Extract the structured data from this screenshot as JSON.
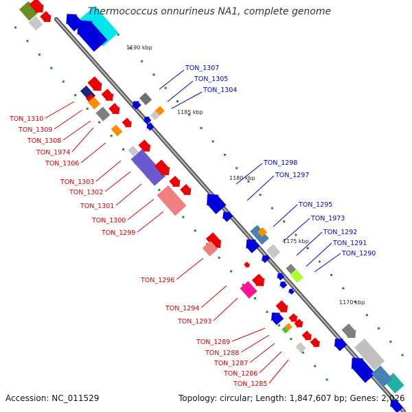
{
  "title": "Thermococcus onnurineus NA1, complete genome",
  "footer": {
    "accession": "Accession: NC_011529",
    "topology": "Topology: circular; Length: 1,847,607 bp; Genes: 2,026"
  },
  "colors": {
    "forward_label": "#e00000",
    "reverse_label": "#0000dd",
    "backbone": "#808080",
    "tick": "#228b22"
  },
  "scale_labels": [
    "1190 kbp",
    "1185 kbp",
    "1180 kbp",
    "1175 kbp",
    "1170 kbp"
  ],
  "forward_genes": [
    "TON_1310",
    "TON_1309",
    "TON_1308",
    "TON_1974",
    "TON_1306",
    "TON_1303",
    "TON_1302",
    "TON_1301",
    "TON_1300",
    "TON_1299",
    "TON_1296",
    "TON_1294",
    "TON_1293",
    "TON_1289",
    "TON_1288",
    "TON_1287",
    "TON_1286",
    "TON_1285"
  ],
  "reverse_genes": [
    "TON_1307",
    "TON_1305",
    "TON_1304",
    "TON_1298",
    "TON_1297",
    "TON_1295",
    "TON_1973",
    "TON_1292",
    "TON_1291",
    "TON_1290"
  ]
}
